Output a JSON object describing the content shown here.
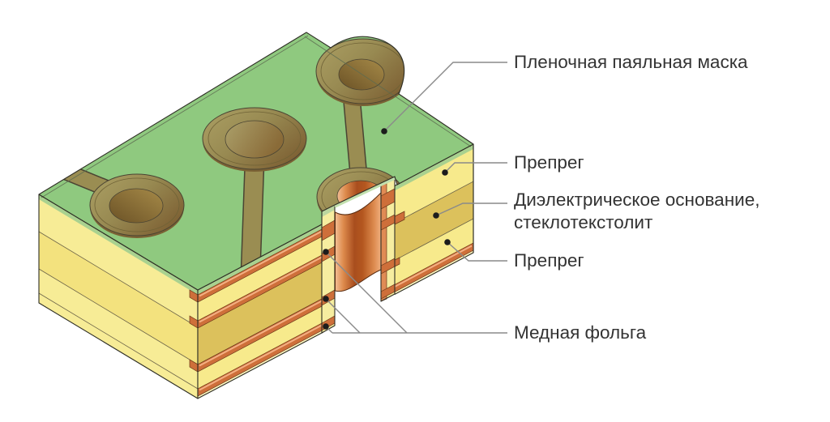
{
  "diagram": {
    "title": "PCB layer structure (isometric cutaway)",
    "labels": {
      "solder_mask": "Пленочная паяльная маска",
      "prepreg_top": "Препрег",
      "dielectric_line1": "Диэлектрическое основание,",
      "dielectric_line2": "стеклотекстолит",
      "prepreg_bottom": "Препрег",
      "copper_foil": "Медная фольга"
    },
    "colors": {
      "solder_mask_green": "#8fc97f",
      "mask_edge_green": "#a9d18f",
      "prepreg_yellow": "#f7ea8c",
      "dielectric_yellow": "#dcc15c",
      "copper_foil_orange": "#ce6f3a",
      "copper_highlight": "#f3af83",
      "pad_copper_olive": "#9a8d52",
      "outline": "#2e2e25",
      "leader_line": "#8a8a8a",
      "label_text": "#333333",
      "background": "#ffffff"
    }
  }
}
